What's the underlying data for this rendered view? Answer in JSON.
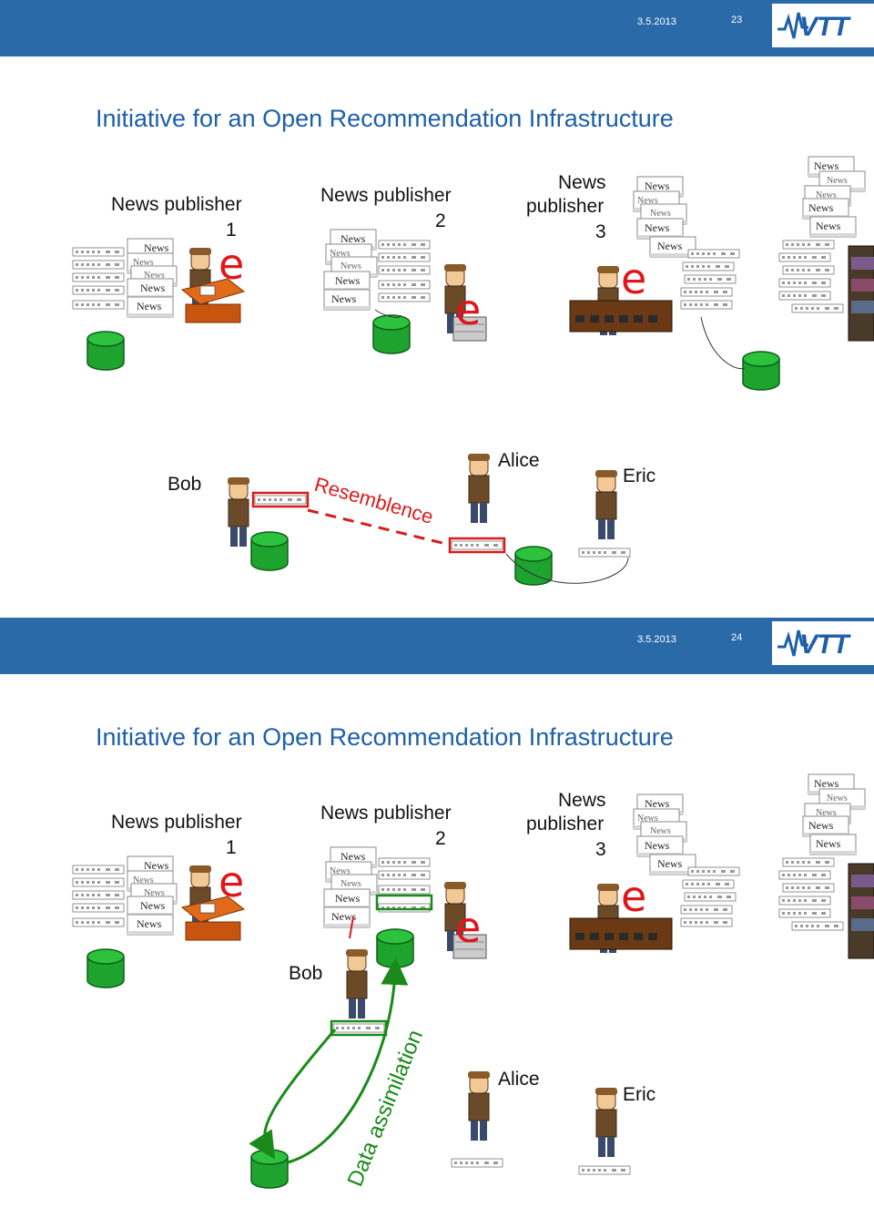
{
  "slides": [
    {
      "date": "3.5.2013",
      "page": "23",
      "logo": "VTT",
      "title": "Initiative for an Open Recommendation Infrastructure",
      "publisher1": {
        "line1": "News publisher",
        "line2": "1"
      },
      "publisher2": {
        "line1": "News publisher",
        "line2": "2"
      },
      "publisher3": {
        "line1": "News",
        "line2": "publisher",
        "line3": "3"
      },
      "users": {
        "bob": "Bob",
        "alice": "Alice",
        "eric": "Eric"
      },
      "relation": "Resemblence",
      "news_label": "News",
      "e_glyph": "e"
    },
    {
      "date": "3.5.2013",
      "page": "24",
      "logo": "VTT",
      "title": "Initiative for an Open Recommendation Infrastructure",
      "publisher1": {
        "line1": "News publisher",
        "line2": "1"
      },
      "publisher2": {
        "line1": "News publisher",
        "line2": "2"
      },
      "publisher3": {
        "line1": "News",
        "line2": "publisher",
        "line3": "3"
      },
      "users": {
        "bob": "Bob",
        "alice": "Alice",
        "eric": "Eric"
      },
      "relation": "Data assimilation",
      "news_label": "News",
      "e_glyph": "e"
    }
  ],
  "colors": {
    "header": "#2a6aa9",
    "title": "#1d5fa8",
    "database": "#1fa32f",
    "resemblance": "#d81b1b",
    "assimilation": "#1a8a1a",
    "e_mark": "#e0161b"
  },
  "icons": [
    "vtt-logo",
    "database-icon",
    "news-stack-icon",
    "profile-strip-icon",
    "person-icon",
    "desk-icon",
    "shelf-icon"
  ]
}
